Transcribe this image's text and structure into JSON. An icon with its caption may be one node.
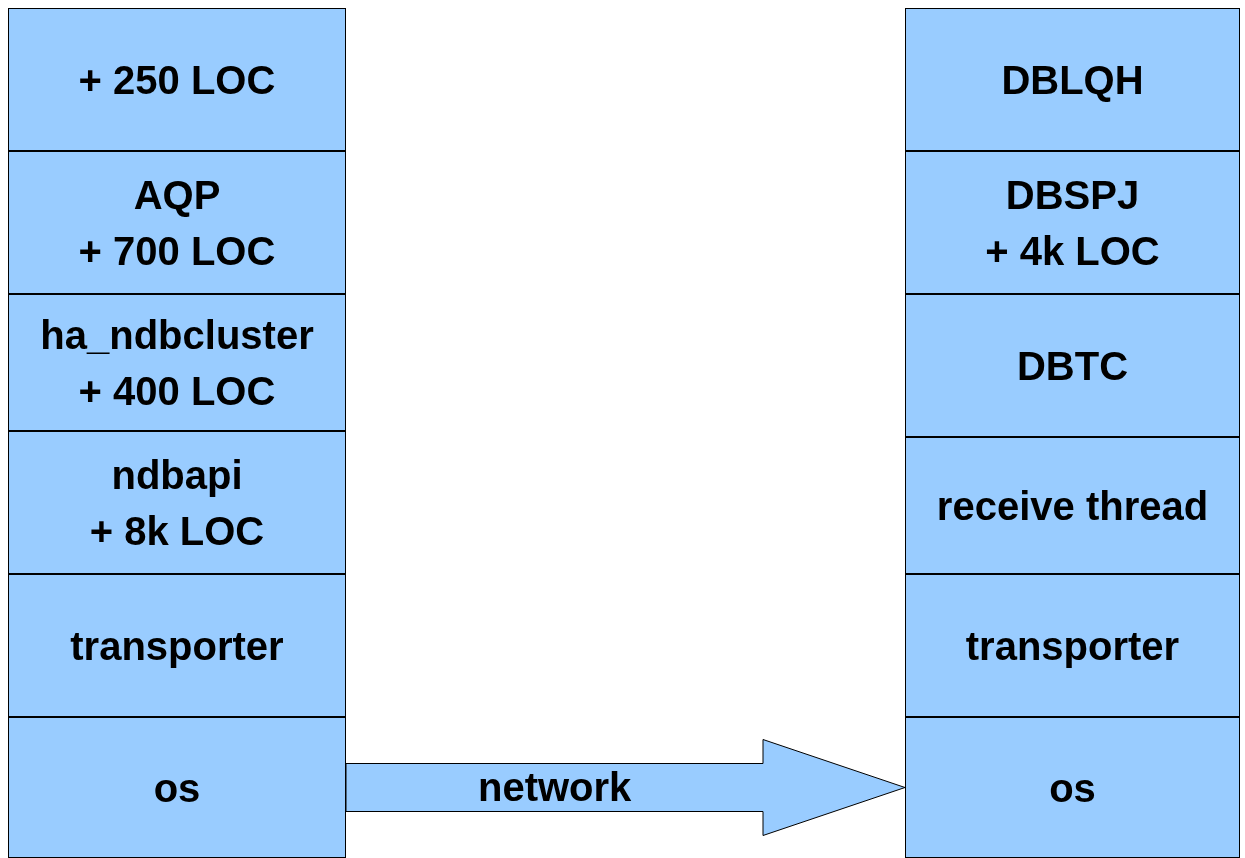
{
  "diagram": {
    "nodes": [
      {
        "text": [
          "+ 250 LOC"
        ]
      },
      {
        "text": [
          "AQP",
          "+ 700 LOC"
        ]
      },
      {
        "text": [
          "ha_ndbcluster",
          "+ 400 LOC"
        ]
      },
      {
        "text": [
          "ndbapi",
          "+ 8k LOC"
        ]
      },
      {
        "text": [
          "transporter"
        ]
      },
      {
        "text": [
          "os"
        ]
      },
      {
        "text": [
          "DBLQH"
        ]
      },
      {
        "text": [
          "DBSPJ",
          "+ 4k LOC"
        ]
      },
      {
        "text": [
          "DBTC"
        ]
      },
      {
        "text": [
          "receive thread"
        ]
      },
      {
        "text": [
          "transporter"
        ]
      },
      {
        "text": [
          "os"
        ]
      }
    ],
    "edges": [
      {
        "from": 5,
        "to": 11,
        "arrow": "to",
        "label": "network"
      }
    ]
  }
}
